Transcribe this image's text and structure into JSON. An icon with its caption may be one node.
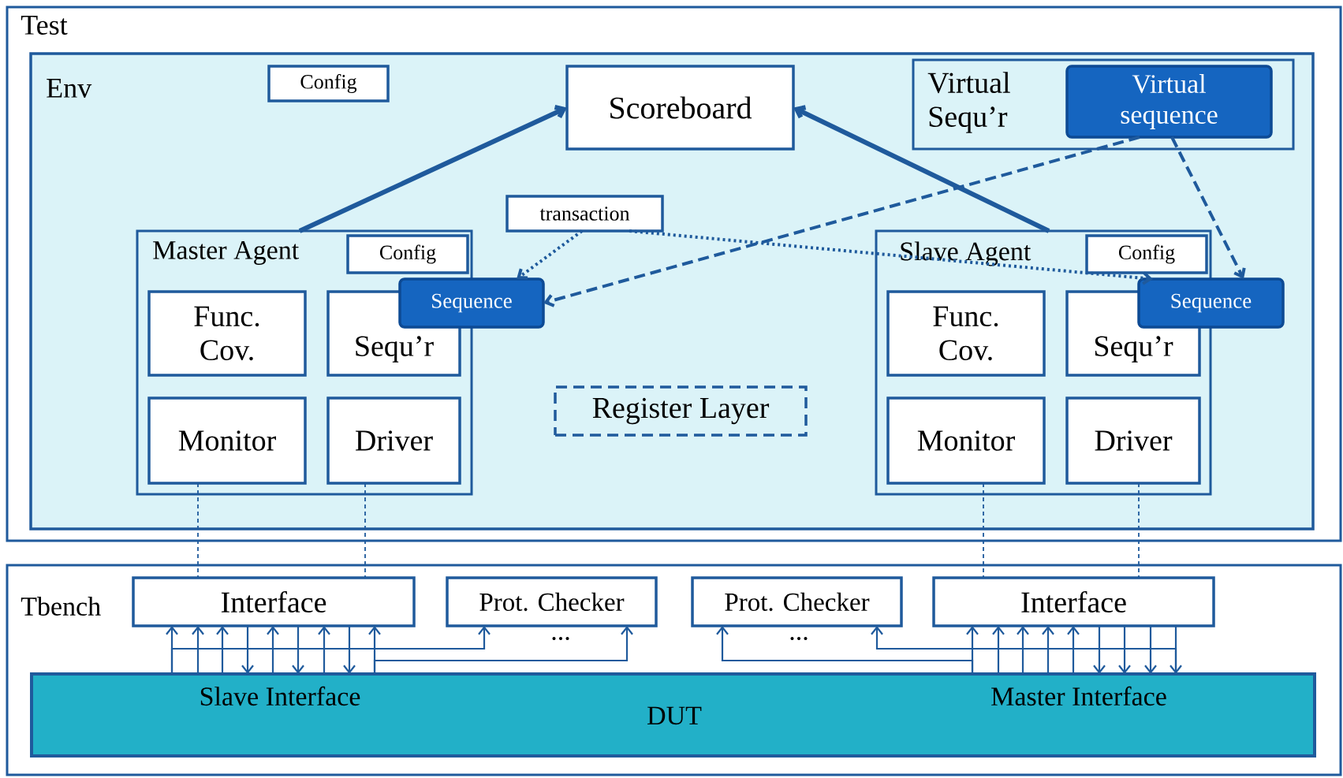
{
  "diagram": {
    "nodes": [
      {
        "text": [
          "Test"
        ]
      },
      {
        "text": [
          "Env"
        ],
        "in": 0
      },
      {
        "text": [
          "Config"
        ],
        "in": 1
      },
      {
        "text": [
          "Scoreboard"
        ],
        "in": 1
      },
      {
        "text": [
          "Virtual Sequ’r"
        ],
        "in": 1
      },
      {
        "text": [
          "Virtual sequence"
        ],
        "in": 4
      },
      {
        "text": [
          "transaction"
        ],
        "in": 1
      },
      {
        "text": [
          "Master Agent"
        ],
        "in": 1
      },
      {
        "text": [
          "Config"
        ],
        "in": 7
      },
      {
        "text": [
          "Sequence"
        ],
        "in": 1
      },
      {
        "text": [
          "Func. Cov."
        ],
        "in": 7
      },
      {
        "text": [
          "Sequ’r"
        ],
        "in": 7
      },
      {
        "text": [
          "Monitor"
        ],
        "in": 7
      },
      {
        "text": [
          "Driver"
        ],
        "in": 7
      },
      {
        "text": [
          "Register Layer"
        ],
        "in": 1
      },
      {
        "text": [
          "Slave Agent"
        ],
        "in": 1
      },
      {
        "text": [
          "Config"
        ],
        "in": 15
      },
      {
        "text": [
          "Sequence"
        ],
        "in": 1
      },
      {
        "text": [
          "Func. Cov."
        ],
        "in": 15
      },
      {
        "text": [
          "Sequ’r"
        ],
        "in": 15
      },
      {
        "text": [
          "Monitor"
        ],
        "in": 15
      },
      {
        "text": [
          "Driver"
        ],
        "in": 15
      },
      {
        "text": [
          "Tbench"
        ]
      },
      {
        "text": [
          "Interface"
        ],
        "in": 22
      },
      {
        "text": [
          "Prot. Checker"
        ],
        "in": 22,
        "beside": [
          "..."
        ]
      },
      {
        "text": [
          "Prot. Checker"
        ],
        "in": 22,
        "beside": [
          "..."
        ]
      },
      {
        "text": [
          "Interface"
        ],
        "in": 22
      },
      {
        "text": [
          "Slave Interface",
          "Master Interface",
          "DUT"
        ],
        "in": 22
      }
    ],
    "edges": [
      {
        "from": 7,
        "to": 3,
        "arrow": "to",
        "style": "thick"
      },
      {
        "from": 15,
        "to": 3,
        "arrow": "to",
        "style": "thick"
      },
      {
        "from": 5,
        "to": 9,
        "arrow": "to",
        "style": "dashed"
      },
      {
        "from": 5,
        "to": 17,
        "arrow": "to",
        "style": "dashed"
      },
      {
        "from": 6,
        "to": 9,
        "arrow": "to",
        "style": "dashed"
      },
      {
        "from": 6,
        "to": 17,
        "arrow": "to",
        "style": "dashed"
      },
      {
        "from": 12,
        "to": 23,
        "arrow": "none",
        "style": "dashed"
      },
      {
        "from": 13,
        "to": 23,
        "arrow": "none",
        "style": "dashed"
      },
      {
        "from": 20,
        "to": 26,
        "arrow": "none",
        "style": "dashed"
      },
      {
        "from": 21,
        "to": 26,
        "arrow": "none",
        "style": "dashed"
      },
      {
        "from": 27,
        "to": 23,
        "arrow": "to"
      },
      {
        "from": 27,
        "to": 23,
        "arrow": "to"
      },
      {
        "from": 27,
        "to": 23,
        "arrow": "to"
      },
      {
        "from": 23,
        "to": 27,
        "arrow": "to"
      },
      {
        "from": 27,
        "to": 23,
        "arrow": "to"
      },
      {
        "from": 23,
        "to": 27,
        "arrow": "to"
      },
      {
        "from": 27,
        "to": 23,
        "arrow": "to"
      },
      {
        "from": 23,
        "to": 27,
        "arrow": "to"
      },
      {
        "from": 27,
        "to": 23,
        "arrow": "to"
      },
      {
        "from": 27,
        "to": 24,
        "arrow": "to"
      },
      {
        "from": 27,
        "to": 24,
        "arrow": "to"
      },
      {
        "from": 27,
        "to": 25,
        "arrow": "to"
      },
      {
        "from": 27,
        "to": 25,
        "arrow": "to"
      },
      {
        "from": 27,
        "to": 26,
        "arrow": "to"
      },
      {
        "from": 27,
        "to": 26,
        "arrow": "to"
      },
      {
        "from": 27,
        "to": 26,
        "arrow": "to"
      },
      {
        "from": 27,
        "to": 26,
        "arrow": "to"
      },
      {
        "from": 27,
        "to": 26,
        "arrow": "to"
      },
      {
        "from": 26,
        "to": 27,
        "arrow": "to"
      },
      {
        "from": 26,
        "to": 27,
        "arrow": "to"
      },
      {
        "from": 26,
        "to": 27,
        "arrow": "to"
      },
      {
        "from": 26,
        "to": 27,
        "arrow": "to"
      }
    ]
  }
}
